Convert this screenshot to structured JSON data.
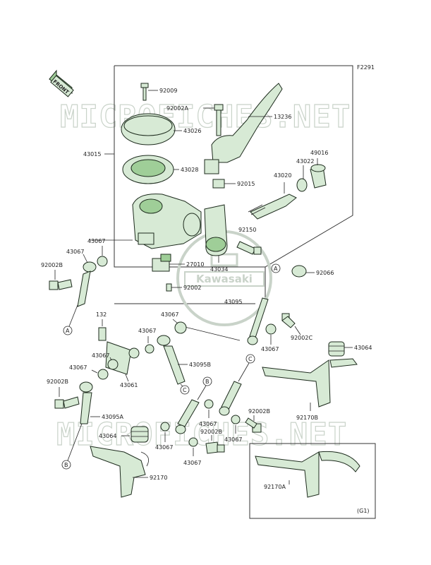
{
  "figure_code": "F2291",
  "front_label": "FRONT",
  "group_label": "(G1)",
  "watermark": "MICROFICHES.NET",
  "logo_text": "Kawasaki",
  "colors": {
    "part_fill": "#d7ead5",
    "part_dark": "#9fce98",
    "line": "#222222",
    "watermark": "#c9d3c9"
  },
  "callouts": {
    "a": "A",
    "b": "B",
    "c": "C"
  },
  "parts": [
    "92009",
    "92002A",
    "13236",
    "43026",
    "43015",
    "43028",
    "49016",
    "43022",
    "43020",
    "92015",
    "92150",
    "43067",
    "27010",
    "43034",
    "92066",
    "92002B",
    "92002",
    "43095",
    "132",
    "92002C",
    "43064",
    "43095B",
    "43061",
    "92170B",
    "43095A",
    "92170",
    "92170A"
  ]
}
